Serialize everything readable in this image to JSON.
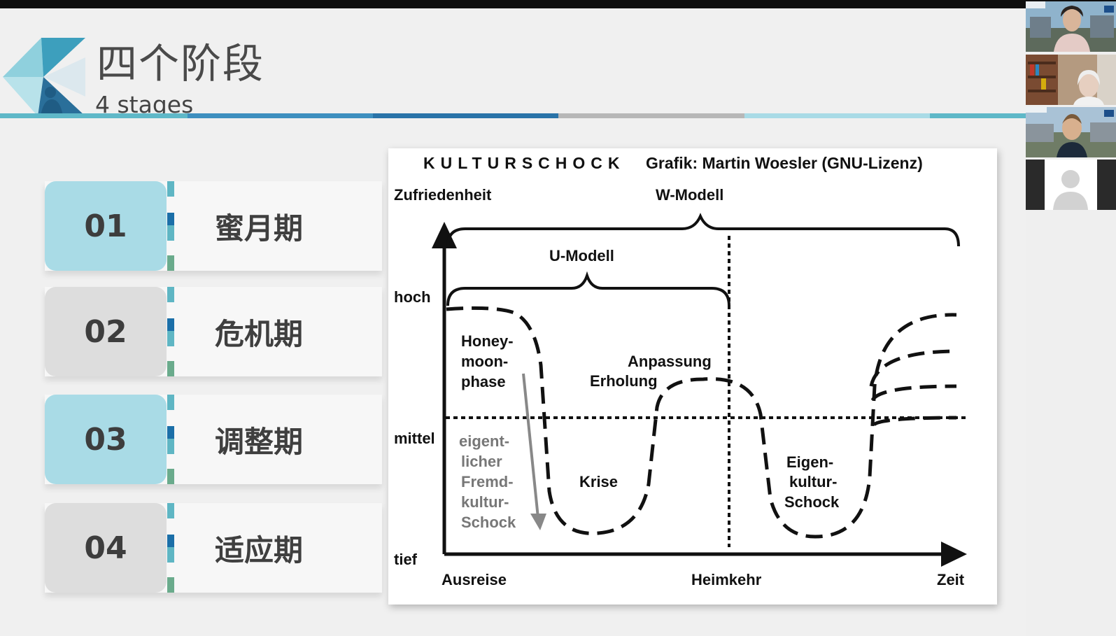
{
  "slide": {
    "title_zh": "四个阶段",
    "title_en": "4 stages",
    "stages": [
      {
        "number": "01",
        "label": "蜜月期",
        "style": "blue"
      },
      {
        "number": "02",
        "label": "危机期",
        "style": "gray"
      },
      {
        "number": "03",
        "label": "调整期",
        "style": "blue"
      },
      {
        "number": "04",
        "label": "适应期",
        "style": "gray"
      }
    ]
  },
  "chart_data": {
    "type": "line",
    "title": "KULTURSCHOCK",
    "credit": "Grafik: Martin Woesler (GNU-Lizenz)",
    "ylabel": "Zufriedenheit",
    "y_levels": [
      "hoch",
      "mittel",
      "tief"
    ],
    "x_markers": [
      "Ausreise",
      "Heimkehr",
      "Zeit"
    ],
    "models": {
      "w_model": "W-Modell",
      "u_model": "U-Modell"
    },
    "annotations": {
      "honeymoon": [
        "Honey-",
        "moon-",
        "phase"
      ],
      "foreign_shock": [
        "eigent-",
        "licher",
        "Fremd-",
        "kultur-",
        "Schock"
      ],
      "crisis": "Krise",
      "adaptation": [
        "Anpassung",
        "Erholung"
      ],
      "own_culture_shock": [
        "Eigen-",
        "kultur-",
        "Schock"
      ]
    }
  },
  "colors": {
    "accent_blue": "#a9dbe6",
    "card_gray": "#dddddd",
    "stripe_dark": "#2a73a8",
    "stripe_light": "#9fd3e0",
    "bar_dark": "#1b6fa8",
    "bar_teal": "#5fb6c4",
    "bar_green": "#6aab8c"
  },
  "participants": [
    "speaker-1",
    "speaker-2",
    "speaker-3",
    "speaker-4"
  ]
}
